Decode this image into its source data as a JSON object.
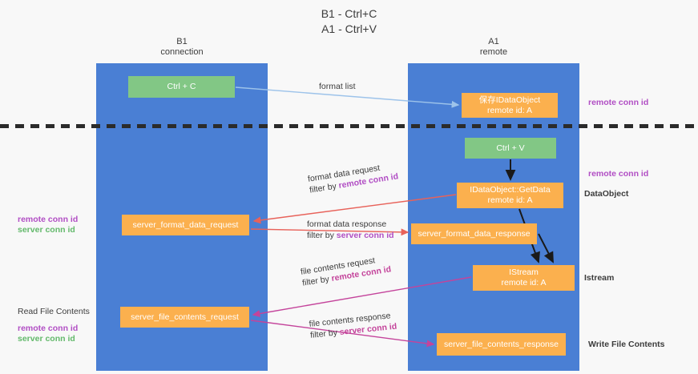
{
  "title": {
    "line1": "B1 - Ctrl+C",
    "line2": "A1 - Ctrl+V"
  },
  "lanes": [
    {
      "name": "B1",
      "sub": "connection",
      "color": "#4a7fd4"
    },
    {
      "name": "A1",
      "sub": "remote",
      "color": "#4a7fd4"
    }
  ],
  "boxes": {
    "ctrl_c": {
      "line1": "Ctrl + C",
      "color": "#82c785"
    },
    "save_idataobject": {
      "line1": "保存IDataObject",
      "line2": "remote id: A",
      "color": "#fbb04e"
    },
    "ctrl_v": {
      "line1": "Ctrl + V",
      "color": "#82c785"
    },
    "getdata": {
      "line1": "IDataObject::GetData",
      "line2": "remote id: A",
      "color": "#fbb04e"
    },
    "server_format_data_request": {
      "line1": "server_format_data_request",
      "color": "#fbb04e"
    },
    "server_format_data_response": {
      "line1": "server_format_data_response",
      "color": "#fbb04e"
    },
    "istream": {
      "line1": "IStream",
      "line2": "remote id: A",
      "color": "#fbb04e"
    },
    "server_file_contents_request": {
      "line1": "server_file_contents_request",
      "color": "#fbb04e"
    },
    "server_file_contents_response": {
      "line1": "server_file_contents_response",
      "color": "#fbb04e"
    }
  },
  "edge_labels": {
    "format_list": {
      "text": "format list"
    },
    "format_data_request": {
      "line1": "format data request",
      "line2_prefix": "filter by ",
      "line2_key": "remote conn id"
    },
    "format_data_response": {
      "line1": "format data response",
      "line2_prefix": "filter by ",
      "line2_key": "server conn id"
    },
    "file_contents_request": {
      "line1": "file contents request",
      "line2_prefix": "filter by ",
      "line2_key": "remote conn id"
    },
    "file_contents_response": {
      "line1": "file contents response",
      "line2_prefix": "filter by ",
      "line2_key": "server conn id"
    }
  },
  "notes": {
    "remote_conn_id_top": "remote conn id",
    "remote_conn_id_mid": "remote conn id",
    "dataobject": "DataObject",
    "istream": "Istream",
    "write_file_contents": "Write File Contents",
    "read_file_contents": "Read File Contents",
    "left_remote_conn_id_1": "remote conn id",
    "left_server_conn_id_1": "server conn id",
    "left_remote_conn_id_2": "remote conn id",
    "left_server_conn_id_2": "server conn id"
  },
  "colors": {
    "lane": "#4a7fd4",
    "green_box": "#82c785",
    "orange_box": "#fbb04e",
    "purple_text": "#b14ec4",
    "green_text": "#63b96b",
    "red_arrow": "#e8625a",
    "pink_arrow": "#c4449b",
    "blue_arrow": "#9dc3ea",
    "black_arrow": "#1a1a1a",
    "background": "#f8f8f8",
    "dashed_line": "#2b2b2b"
  }
}
